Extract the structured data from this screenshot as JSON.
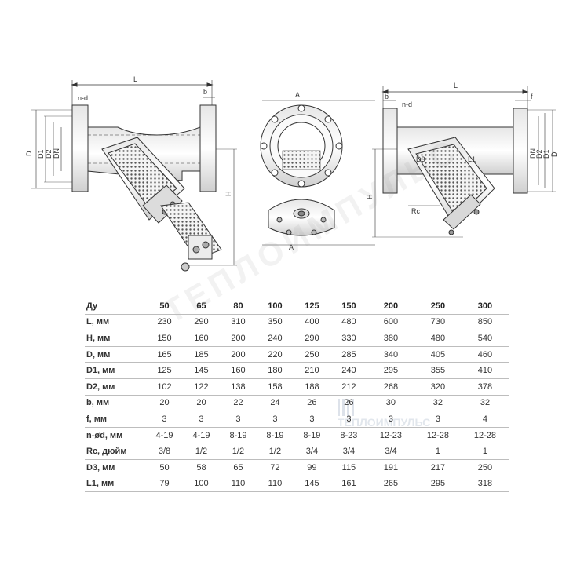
{
  "labels": {
    "L": "L",
    "n_d": "n-d",
    "b": "b",
    "f": "f",
    "D": "D",
    "D1": "D1",
    "D2": "D2",
    "DN": "DN",
    "H": "H",
    "A": "A",
    "D3": "D3",
    "L1": "L1",
    "Rc": "Rc"
  },
  "watermark": "ТЕПЛОИМПУЛЬС",
  "watermark_logo": "ТЕПЛОИМПУЛЬС",
  "table": {
    "header": [
      "Ду",
      "50",
      "65",
      "80",
      "100",
      "125",
      "150",
      "200",
      "250",
      "300"
    ],
    "rows": [
      {
        "label": "L, мм",
        "values": [
          "230",
          "290",
          "310",
          "350",
          "400",
          "480",
          "600",
          "730",
          "850"
        ]
      },
      {
        "label": "H, мм",
        "values": [
          "150",
          "160",
          "200",
          "240",
          "290",
          "330",
          "380",
          "480",
          "540"
        ]
      },
      {
        "label": "D, мм",
        "values": [
          "165",
          "185",
          "200",
          "220",
          "250",
          "285",
          "340",
          "405",
          "460"
        ]
      },
      {
        "label": "D1, мм",
        "values": [
          "125",
          "145",
          "160",
          "180",
          "210",
          "240",
          "295",
          "355",
          "410"
        ]
      },
      {
        "label": "D2, мм",
        "values": [
          "102",
          "122",
          "138",
          "158",
          "188",
          "212",
          "268",
          "320",
          "378"
        ]
      },
      {
        "label": "b, мм",
        "values": [
          "20",
          "20",
          "22",
          "24",
          "26",
          "26",
          "30",
          "32",
          "32"
        ]
      },
      {
        "label": "f, мм",
        "values": [
          "3",
          "3",
          "3",
          "3",
          "3",
          "3",
          "3",
          "3",
          "4"
        ]
      },
      {
        "label": "n-ød, мм",
        "values": [
          "4-19",
          "4-19",
          "8-19",
          "8-19",
          "8-19",
          "8-23",
          "12-23",
          "12-28",
          "12-28"
        ]
      },
      {
        "label": "Rc, дюйм",
        "values": [
          "3/8",
          "1/2",
          "1/2",
          "1/2",
          "3/4",
          "3/4",
          "3/4",
          "1",
          "1"
        ]
      },
      {
        "label": "D3, мм",
        "values": [
          "50",
          "58",
          "65",
          "72",
          "99",
          "115",
          "191",
          "217",
          "250"
        ]
      },
      {
        "label": "L1, мм",
        "values": [
          "79",
          "100",
          "110",
          "110",
          "145",
          "161",
          "265",
          "295",
          "318"
        ]
      }
    ]
  }
}
